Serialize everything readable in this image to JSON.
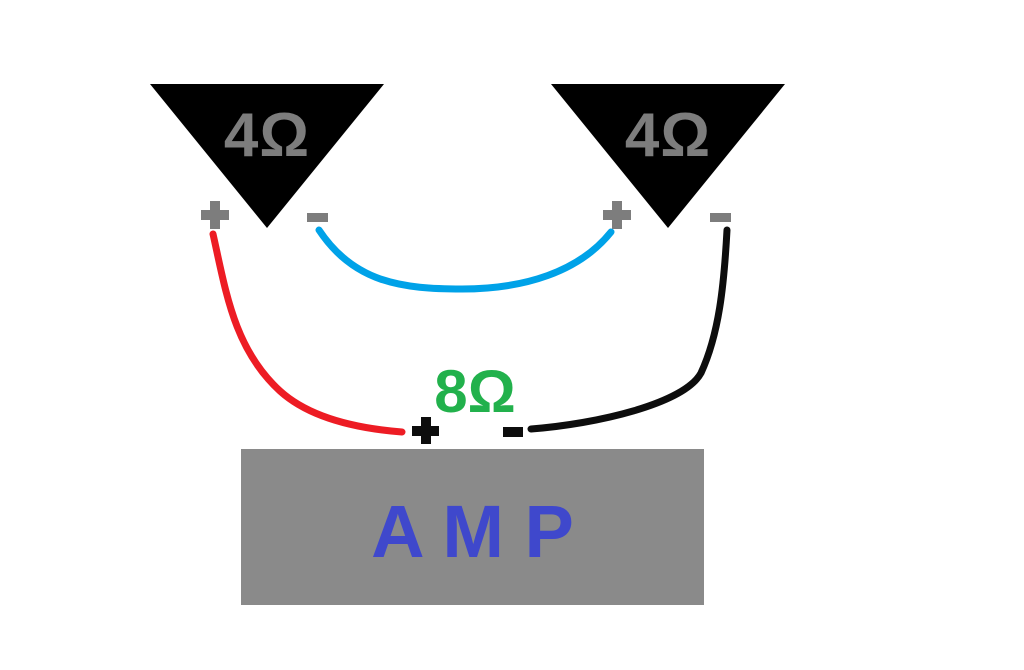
{
  "colors": {
    "background": "#ffffff",
    "speaker_fill": "#000000",
    "speaker_label": "#7d7d7d",
    "terminal_gray": "#7d7d7d",
    "terminal_black": "#0d0d0d",
    "wire_red": "#ed1c24",
    "wire_blue": "#00a2e8",
    "wire_black": "#0d0d0d",
    "load_label": "#22b14c",
    "amp_box": "#8a8a8a",
    "amp_label": "#3f48cc"
  },
  "icons": {
    "speaker": "filled-triangle-down",
    "positive_terminal": "plus-cross",
    "negative_terminal": "minus-bar"
  },
  "speakers": [
    {
      "label": "4Ω",
      "plus": "+",
      "minus": "-"
    },
    {
      "label": "4Ω",
      "plus": "+",
      "minus": "-"
    }
  ],
  "series_load": {
    "label": "8Ω"
  },
  "amp": {
    "label": "A M P",
    "plus": "+",
    "minus": "-"
  },
  "wires": [
    {
      "name": "left-speaker-positive-to-amp-positive",
      "color": "#ed1c24"
    },
    {
      "name": "left-speaker-negative-to-right-speaker-positive",
      "color": "#00a2e8"
    },
    {
      "name": "right-speaker-negative-to-amp-negative",
      "color": "#0d0d0d"
    }
  ]
}
